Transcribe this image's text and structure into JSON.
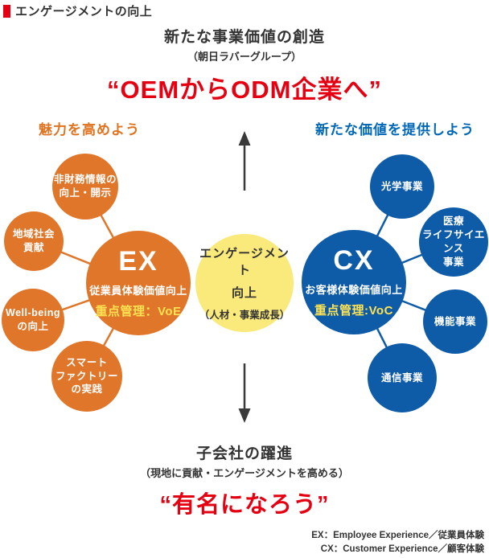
{
  "colors": {
    "orange": "#E0762A",
    "blue": "#0E5BA8",
    "yellow": "#FAE97B",
    "red": "#E50012",
    "highlight_text": "#FFE352",
    "dark_text": "#333333"
  },
  "header": {
    "title": "エンゲージメントの向上"
  },
  "top_section": {
    "title": "新たな事業価値の創造",
    "subtitle": "（朝日ラバーグループ）",
    "slogan": "“OEMからODM企業へ”"
  },
  "ex_group": {
    "caption": "魅力を高めよう",
    "hub": {
      "title": "EX",
      "subtitle": "従業員体験価値向上",
      "highlight": "重点管理：VoE"
    },
    "satellites": [
      "非財務情報の\n向上・開示",
      "地域社会\n貢献",
      "Well-being\nの向上",
      "スマート\nファクトリー\nの実践"
    ]
  },
  "cx_group": {
    "caption": "新たな価値を提供しよう",
    "hub": {
      "title": "CX",
      "subtitle": "お客様体験価値向上",
      "highlight": "重点管理:VoC"
    },
    "satellites": [
      "光学事業",
      "医療\nライフサイエンス\n事業",
      "機能事業",
      "通信事業"
    ]
  },
  "center_circle": {
    "line1": "エンゲージメント",
    "line2": "向上",
    "line3": "（人材・事業成長）"
  },
  "bottom_section": {
    "title": "子会社の躍進",
    "subtitle": "（現地に貢献・エンゲージメントを高める）",
    "slogan": "“有名になろう”"
  },
  "legend": {
    "line1": "EX：Employee Experience／従業員体験",
    "line2": "CX：Customer Experience／顧客体験"
  }
}
